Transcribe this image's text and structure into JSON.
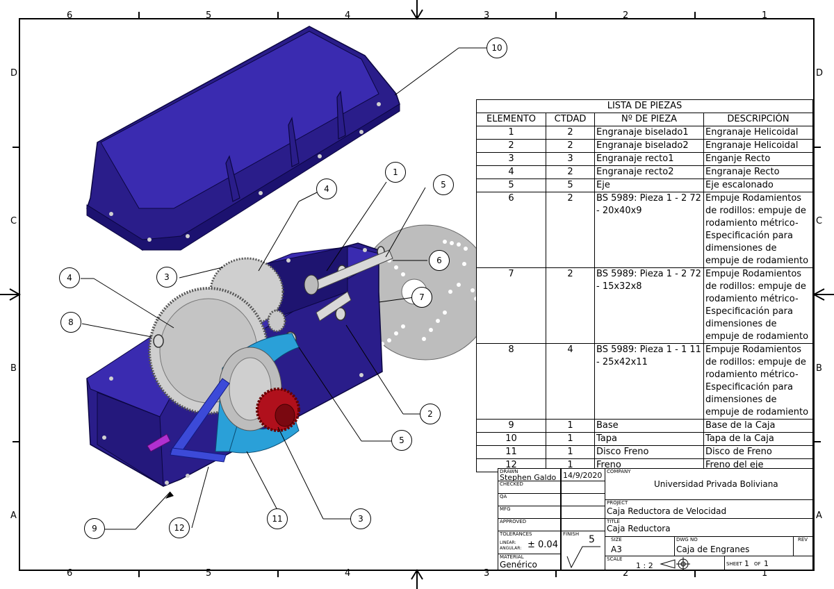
{
  "zones": {
    "columns": [
      "6",
      "5",
      "4",
      "3",
      "2",
      "1"
    ],
    "rows": [
      "D",
      "C",
      "B",
      "A"
    ]
  },
  "colors": {
    "body": "#2a1d8a",
    "bolt": "#c8c8c8",
    "brake": "#2aa0d8",
    "pinion": "#b0101c",
    "disc": "#bdbdbd",
    "lever": "#b030d0"
  },
  "balloons": [
    "10",
    "1",
    "5",
    "4",
    "6",
    "3",
    "4",
    "7",
    "8",
    "2",
    "5",
    "9",
    "12",
    "11",
    "3"
  ],
  "bom": {
    "title": "LISTA DE PIEZAS",
    "headers": [
      "ELEMENTO",
      "CTDAD",
      "Nº DE PIEZA",
      "DESCRIPCIÓN"
    ],
    "rows": [
      [
        "1",
        "2",
        "Engranaje biselado1",
        "Engranaje Helicoidal"
      ],
      [
        "2",
        "2",
        "Engranaje biselado2",
        "Engranaje Helicoidal"
      ],
      [
        "3",
        "3",
        "Engranaje recto1",
        "Enganje Recto"
      ],
      [
        "4",
        "2",
        "Engranaje recto2",
        "Engranaje Recto"
      ],
      [
        "5",
        "5",
        "Eje",
        "Eje escalonado"
      ],
      [
        "6",
        "2",
        "BS 5989: Pieza 1 - 2 72 - 20x40x9",
        "Empuje Rodamientos de rodillos: empuje de rodamiento métrico- Especificación para dimensiones de empuje de rodamiento"
      ],
      [
        "7",
        "2",
        "BS 5989: Pieza 1 - 2 72 - 15x32x8",
        "Empuje Rodamientos de rodillos: empuje de rodamiento métrico- Especificación para dimensiones de empuje de rodamiento"
      ],
      [
        "8",
        "4",
        "BS 5989: Pieza 1 - 1 11 - 25x42x11",
        "Empuje Rodamientos de rodillos: empuje de rodamiento métrico- Especificación para dimensiones de empuje de rodamiento"
      ],
      [
        "9",
        "1",
        "Base",
        "Base de la Caja"
      ],
      [
        "10",
        "1",
        "Tapa",
        "Tapa de la Caja"
      ],
      [
        "11",
        "1",
        "Disco Freno",
        "Disco de Freno"
      ],
      [
        "12",
        "1",
        "Freno",
        "Freno del eje"
      ]
    ]
  },
  "title_block": {
    "drawn_label": "DRAWN",
    "drawn_name": "Stephen Galdo",
    "drawn_date": "14/9/2020",
    "checked_label": "CHECKED",
    "qa_label": "QA",
    "mfg_label": "MFG",
    "approved_label": "APPROVED",
    "company_label": "COMPANY",
    "company": "Universidad Privada Boliviana",
    "project_label": "PROJECT",
    "project": "Caja Reductora de Velocidad",
    "title_label": "TITLE",
    "title": "Caja Reductora",
    "tolerances_label": "TOLERANCES",
    "linear_label": "LINEAR:",
    "angular_label": "ANGULAR:",
    "tolerance": "± 0.04",
    "finish_label": "FINISH",
    "finish": "5",
    "size_label": "SIZE",
    "size": "A3",
    "dwg_label": "DWG NO",
    "dwg": "Caja de Engranes",
    "rev_label": "REV",
    "material_label": "MATERIAL",
    "material": "Genérico",
    "scale_label": "SCALE",
    "scale": "1 : 2",
    "sheet_label": "SHEET",
    "sheet_num": "1",
    "of_label": "OF",
    "sheet_total": "1"
  }
}
